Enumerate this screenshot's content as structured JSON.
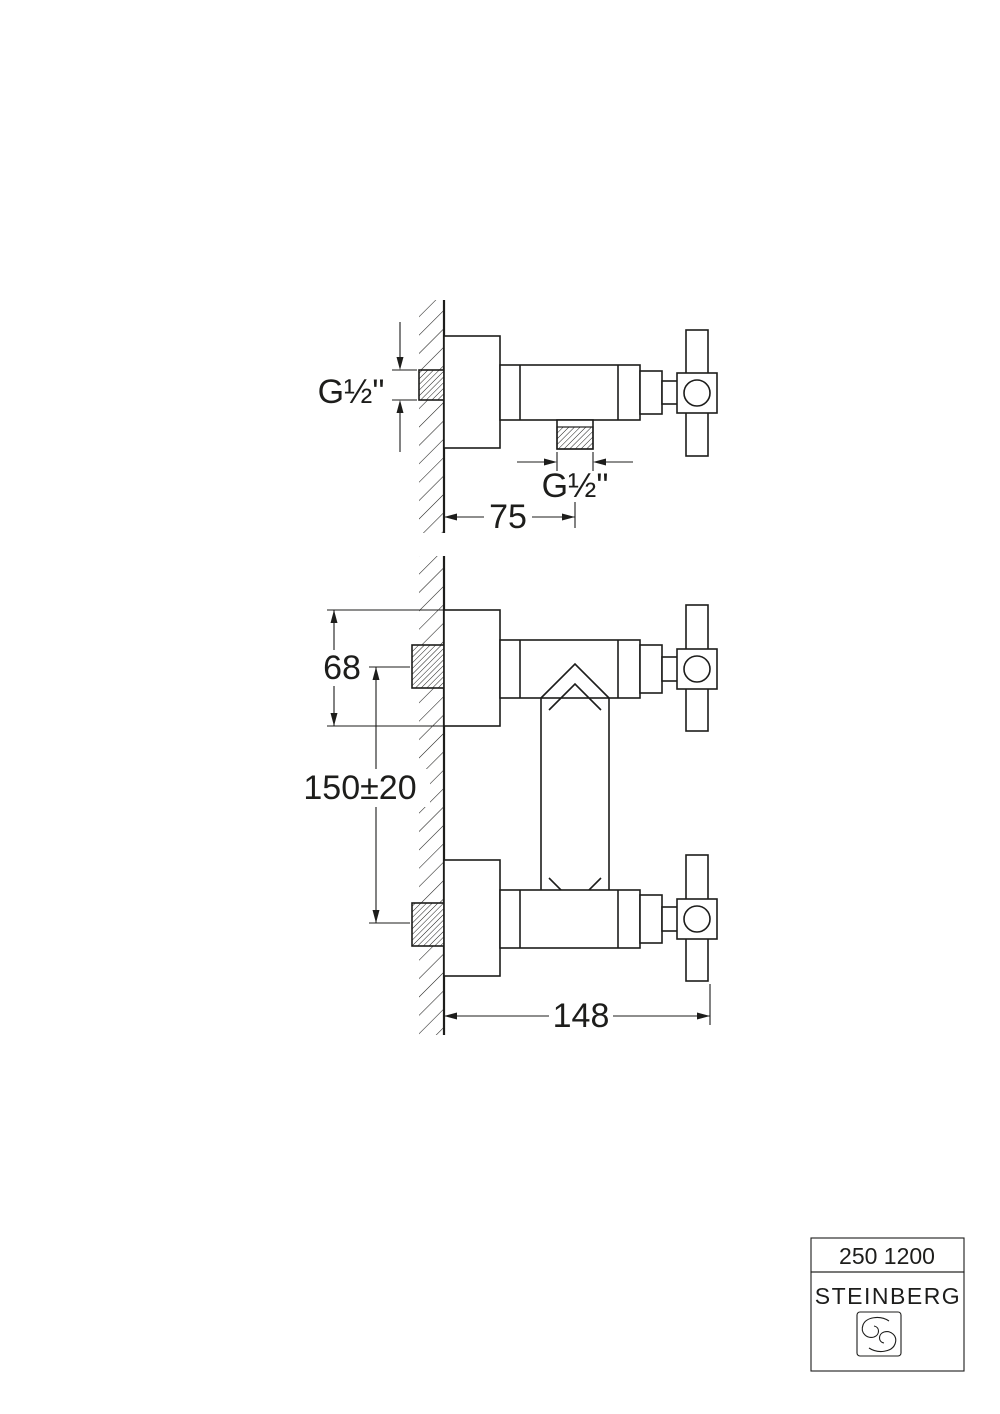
{
  "colors": {
    "line": "#1d1d1b",
    "background": "#ffffff"
  },
  "top_view": {
    "wall_thread_label": "G½\"",
    "outlet_thread_label": "G½\"",
    "depth_dim": "75"
  },
  "front_view": {
    "connection_height_dim": "68",
    "connection_spacing_dim": "150±20",
    "overall_depth_dim": "148"
  },
  "title_block": {
    "model_number": "250 1200",
    "brand_name": "STEINBERG"
  }
}
